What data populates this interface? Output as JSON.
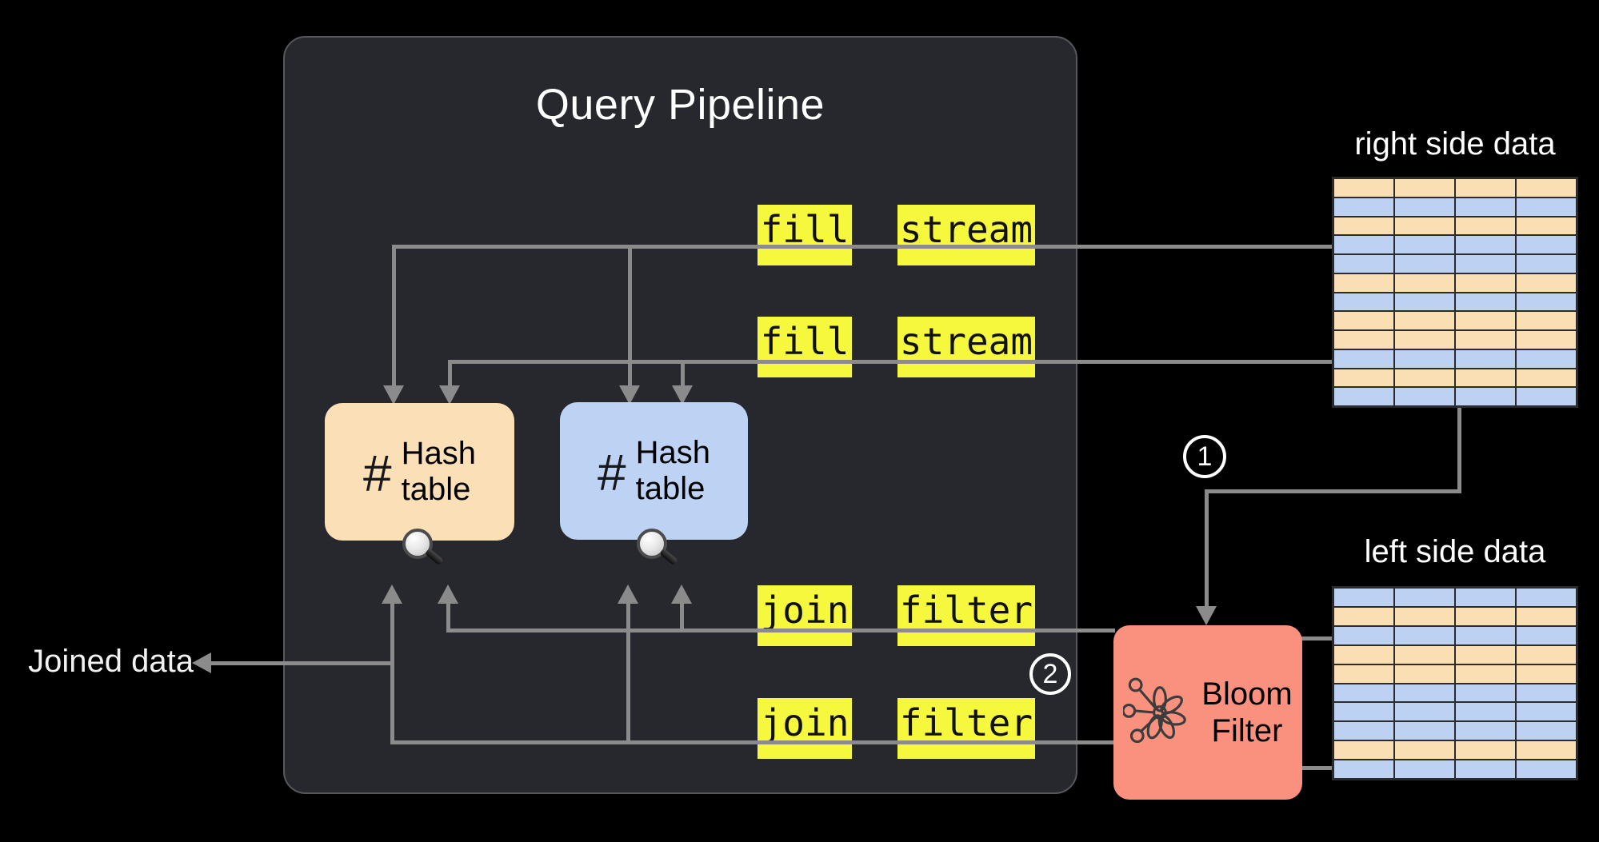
{
  "pipeline": {
    "title": "Query Pipeline",
    "operator_labels": {
      "fill_1": "fill",
      "stream_1": "stream",
      "fill_2": "fill",
      "stream_2": "stream",
      "join_1": "join",
      "filter_1": "filter",
      "join_2": "join",
      "filter_2": "filter"
    },
    "hash_table_1": {
      "icon": "#",
      "line1": "Hash",
      "line2": "table"
    },
    "hash_table_2": {
      "icon": "#",
      "line1": "Hash",
      "line2": "table"
    }
  },
  "bloom_filter": {
    "line1": "Bloom",
    "line2": "Filter"
  },
  "steps": {
    "one": "1",
    "two": "2"
  },
  "outputs": {
    "joined_data": "Joined data"
  },
  "right_table": {
    "title": "right side data",
    "columns": 4,
    "row_colors": [
      "orange",
      "blue",
      "orange",
      "blue",
      "blue",
      "orange",
      "blue",
      "orange",
      "orange",
      "blue",
      "orange",
      "blue"
    ]
  },
  "left_table": {
    "title": "left side data",
    "columns": 4,
    "row_colors": [
      "blue",
      "orange",
      "blue",
      "orange",
      "orange",
      "blue",
      "blue",
      "blue",
      "orange",
      "blue"
    ]
  },
  "colors": {
    "background": "#000000",
    "panel": "#26282d",
    "panel_border": "#56585c",
    "line": "#8b8b8b",
    "yellow": "#f6f83e",
    "row_orange": "#fbdfb4",
    "row_blue": "#bdd2f2",
    "hash_orange": "#fbdfb6",
    "hash_blue": "#bed3f4",
    "bloom_salmon": "#f9917e",
    "table_grid": "#2b2b2e",
    "text_light": "#f2f2f2"
  }
}
